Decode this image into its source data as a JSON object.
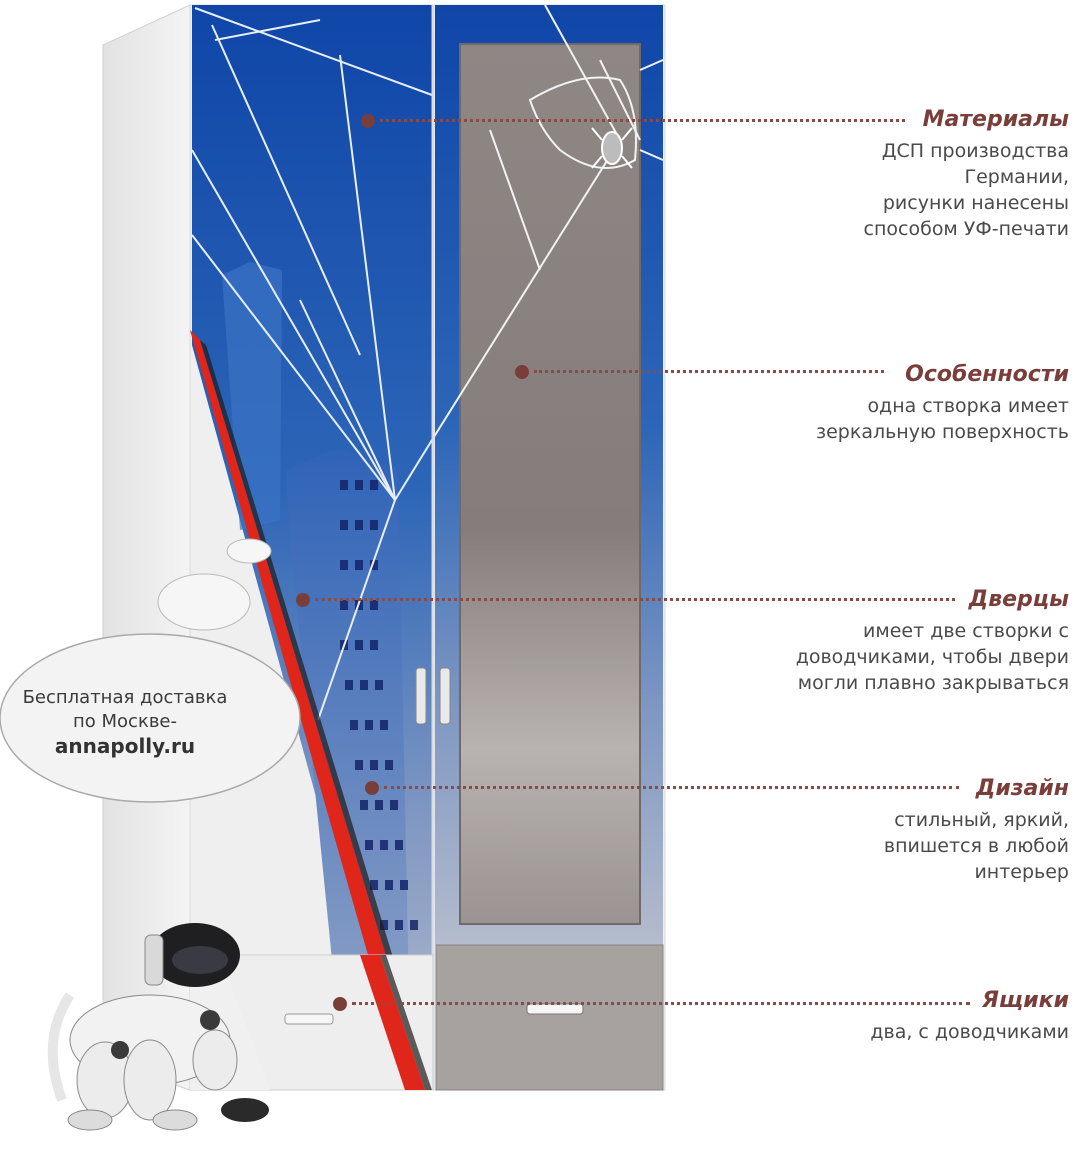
{
  "callouts": [
    {
      "title": "Материалы",
      "lines": [
        "ДСП производства",
        "Германии,",
        "рисунки нанесены",
        "способом УФ-печати"
      ]
    },
    {
      "title": "Особенности",
      "lines": [
        "одна створка имеет",
        "зеркальную поверхность"
      ]
    },
    {
      "title": "Дверцы",
      "lines": [
        "имеет две створки с",
        "доводчиками, чтобы двери",
        "могли плавно закрываться"
      ]
    },
    {
      "title": "Дизайн",
      "lines": [
        "стильный, яркий,",
        "впишется в любой",
        "интерьер"
      ]
    },
    {
      "title": "Ящики",
      "lines": [
        "два, с доводчиками"
      ]
    }
  ],
  "bubble": {
    "line1": "Бесплатная доставка",
    "line2": "по Москве-",
    "site": "annapolly.ru"
  },
  "colors": {
    "accent": "#7a3e3a",
    "door_blue": "#1f4f9e",
    "mirror_gray": "#8c8583",
    "stripe_red": "#e0261a"
  }
}
